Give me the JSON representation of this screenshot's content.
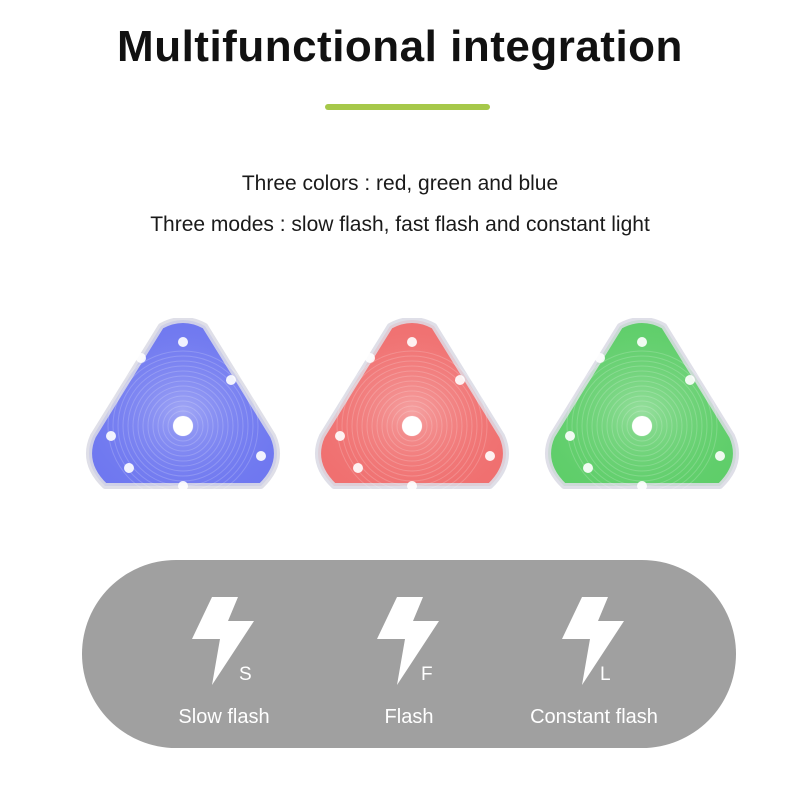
{
  "title": "Multifunctional integration",
  "accent_color": "#a6c84a",
  "lines": [
    "Three colors : red, green and blue",
    "Three modes : slow flash, fast flash and constant light"
  ],
  "lights": [
    {
      "name": "blue",
      "color": "#6f78f0"
    },
    {
      "name": "red",
      "color": "#f07070"
    },
    {
      "name": "green",
      "color": "#5fce6a"
    }
  ],
  "modes": [
    {
      "letter": "S",
      "label": "Slow flash",
      "icon": "lightning-bolt-icon"
    },
    {
      "letter": "F",
      "label": "Flash",
      "icon": "lightning-bolt-icon"
    },
    {
      "letter": "L",
      "label": "Constant flash",
      "icon": "lightning-bolt-icon"
    }
  ]
}
